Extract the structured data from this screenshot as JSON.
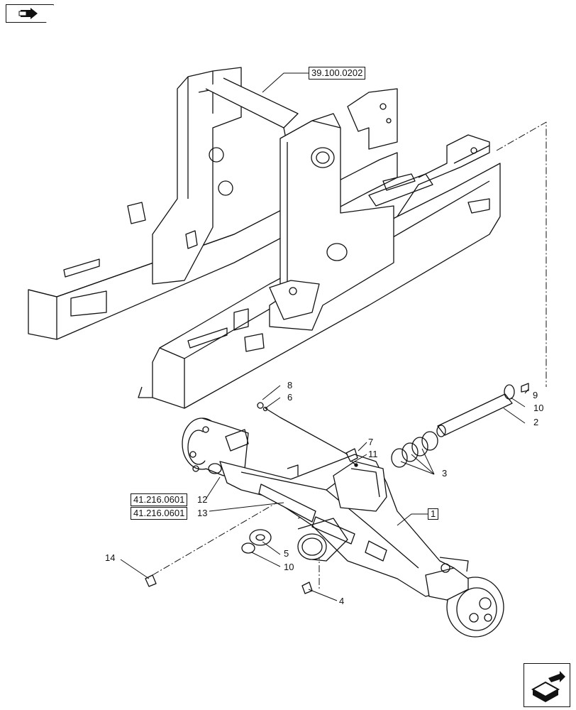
{
  "nav": {
    "prev_icon": "prev-page-icon",
    "next_icon": "next-page-icon"
  },
  "refs": {
    "frame": "39.100.0202",
    "ref_12": "41.216.0601",
    "ref_13": "41.216.0601"
  },
  "callouts": {
    "c1": "1",
    "c2": "2",
    "c3": "3",
    "c4": "4",
    "c5": "5",
    "c6": "6",
    "c7": "7",
    "c8": "8",
    "c9": "9",
    "c10a": "10",
    "c10b": "10",
    "c11": "11",
    "c12": "12",
    "c13": "13",
    "c14": "14"
  }
}
